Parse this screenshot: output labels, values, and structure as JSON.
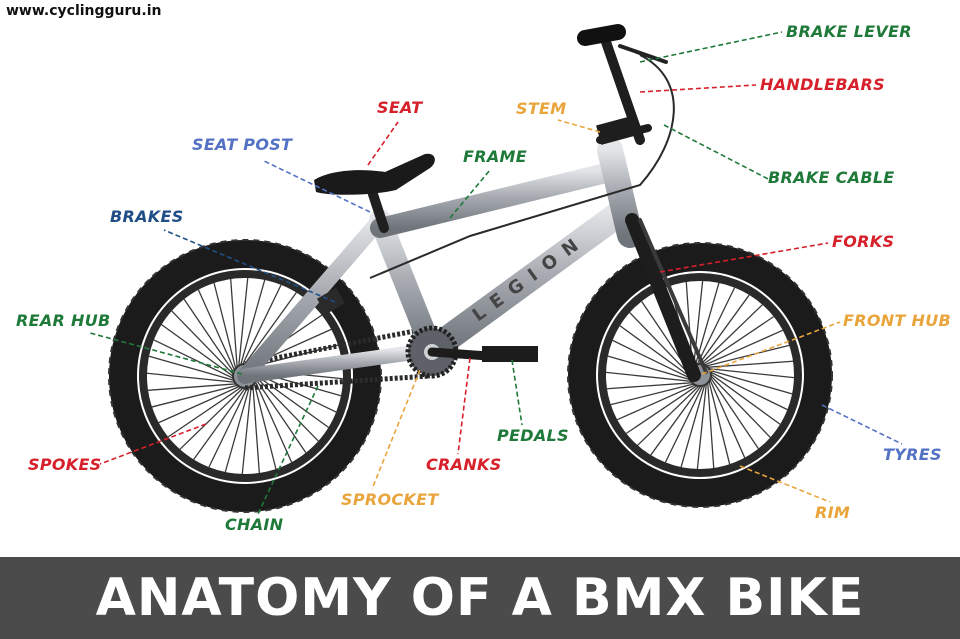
{
  "watermark": "www.cyclingguru.in",
  "title": "ANATOMY OF A BMX BIKE",
  "frame_brand": "LEGION",
  "colors": {
    "red": "#d6202a",
    "green": "#1f7a3a",
    "blue": "#5472c4",
    "navy": "#1f4f86",
    "orange": "#e9a53b",
    "banner": "#4b4b4b"
  },
  "labels": {
    "brake_lever": "BRAKE LEVER",
    "handlebars": "HANDLEBARS",
    "seat": "SEAT",
    "stem": "STEM",
    "seat_post": "SEAT POST",
    "frame": "FRAME",
    "brake_cable": "BRAKE CABLE",
    "brakes": "BRAKES",
    "forks": "FORKS",
    "rear_hub": "REAR HUB",
    "front_hub": "FRONT HUB",
    "pedals": "PEDALS",
    "tyres": "TYRES",
    "spokes": "SPOKES",
    "cranks": "CRANKS",
    "sprocket": "SPROCKET",
    "chain": "CHAIN",
    "rim": "RIM"
  }
}
